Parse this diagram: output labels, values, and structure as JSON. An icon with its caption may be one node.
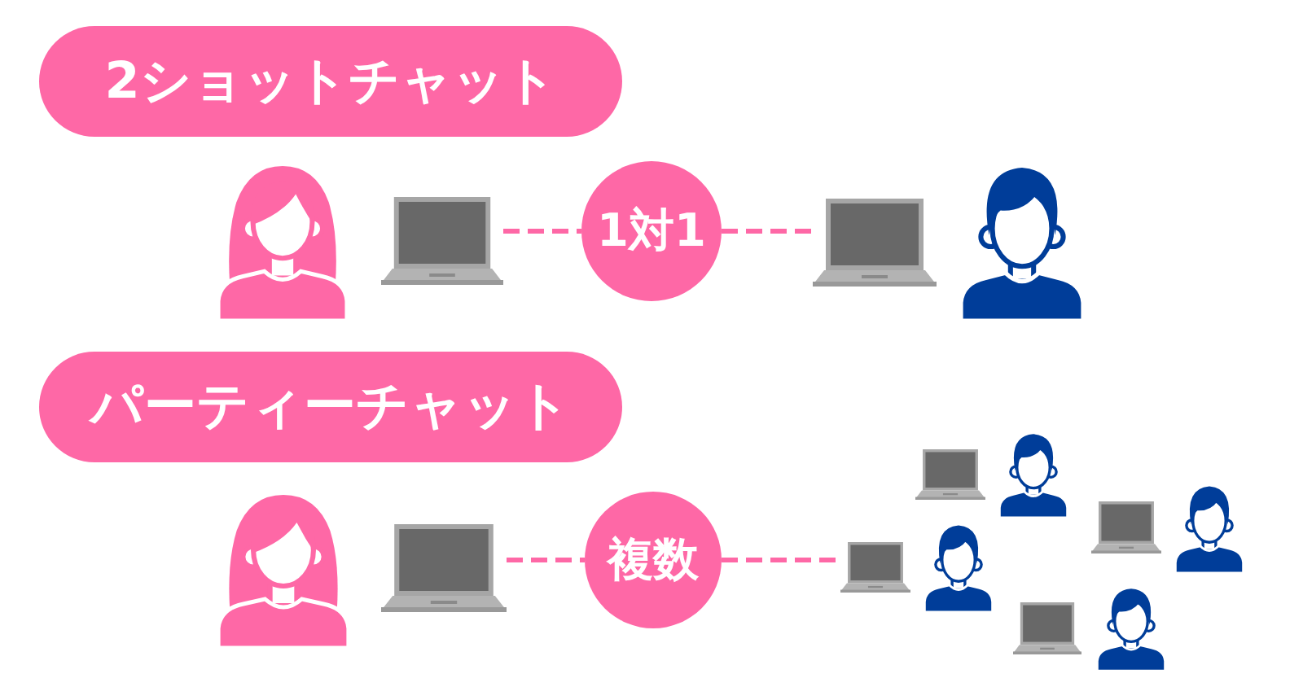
{
  "diagram": {
    "nodes": [
      {
        "text": [
          "2ショットチャット"
        ]
      },
      {
        "text": [],
        "shape": "person"
      },
      {
        "text": [],
        "shape": "picture"
      },
      {
        "text": [
          "1対1"
        ]
      },
      {
        "text": [],
        "shape": "picture"
      },
      {
        "text": [],
        "shape": "person"
      },
      {
        "text": [
          "パーティーチャット"
        ]
      },
      {
        "text": [],
        "shape": "person"
      },
      {
        "text": [],
        "shape": "picture"
      },
      {
        "text": [
          "複数"
        ]
      },
      {
        "text": [],
        "shape": "picture"
      },
      {
        "text": [],
        "shape": "person"
      },
      {
        "text": [],
        "shape": "picture"
      },
      {
        "text": [],
        "shape": "person"
      },
      {
        "text": [],
        "shape": "picture"
      },
      {
        "text": [],
        "shape": "person"
      },
      {
        "text": [],
        "shape": "picture"
      },
      {
        "text": [],
        "shape": "person"
      }
    ],
    "edges": [
      {
        "from": 2,
        "to": 3,
        "arrow": "none",
        "style": "dashed"
      },
      {
        "from": 3,
        "to": 4,
        "arrow": "none",
        "style": "dashed"
      },
      {
        "from": 8,
        "to": 9,
        "arrow": "none",
        "style": "dashed"
      },
      {
        "from": 9,
        "to": 14,
        "arrow": "none",
        "style": "dashed"
      }
    ]
  }
}
